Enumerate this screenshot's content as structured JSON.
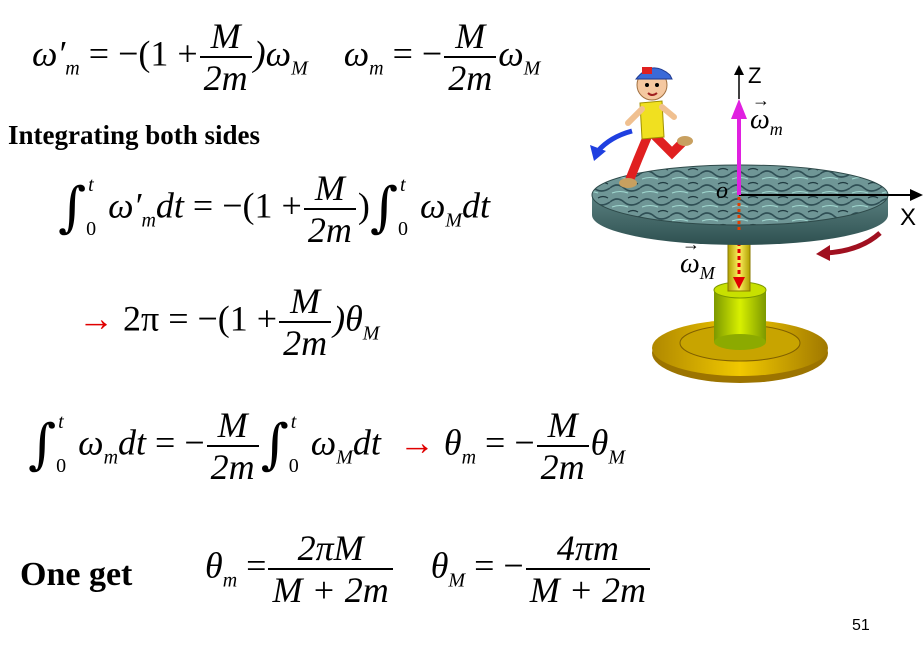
{
  "eq1": {
    "lhs_a": "ω′",
    "lhs_a_sub": "m",
    "eqsign_a": "=",
    "pre_a": "−(1 +",
    "num_a": "M",
    "den_a": "2m",
    "post_a": ")ω",
    "post_a_sub": "M",
    "lhs_b": "ω",
    "lhs_b_sub": "m",
    "eqsign_b": "= −",
    "num_b": "M",
    "den_b": "2m",
    "post_b": "ω",
    "post_b_sub": "M"
  },
  "heading_integrating": "Integrating both sides",
  "eq2": {
    "int_sym": "∫",
    "lim_top": "t",
    "lim_bot": "0",
    "body_l": "ω′",
    "body_l_sub": "m",
    "body_l_dt": "dt",
    "eqsign": "=",
    "pre": "−(1 +",
    "num": "M",
    "den": "2m",
    "post": ")",
    "body_r": "ω",
    "body_r_sub": "M",
    "body_r_dt": "dt"
  },
  "eq3": {
    "arrow": "→",
    "lhs": "2π",
    "eqsign": "=",
    "pre": "−(1 +",
    "num": "M",
    "den": "2m",
    "post": ")θ",
    "post_sub": "M"
  },
  "eq4": {
    "int_sym": "∫",
    "lim_top": "t",
    "lim_bot": "0",
    "body_l": "ω",
    "body_l_sub": "m",
    "body_l_dt": "dt",
    "eqsign": "= −",
    "num": "M",
    "den": "2m",
    "body_r": "ω",
    "body_r_sub": "M",
    "body_r_dt": "dt",
    "arrow": "→",
    "res_lhs": "θ",
    "res_lhs_sub": "m",
    "res_eq": "= −",
    "res_num": "M",
    "res_den": "2m",
    "res_post": "θ",
    "res_post_sub": "M"
  },
  "final": {
    "label": "One get",
    "a_lhs": "θ",
    "a_lhs_sub": "m",
    "a_eq": "=",
    "a_num": "2πM",
    "a_den": "M + 2m",
    "b_lhs": "θ",
    "b_lhs_sub": "M",
    "b_eq": "= −",
    "b_num": "4πm",
    "b_den": "M + 2m"
  },
  "figure": {
    "z_label": "Z",
    "x_label": "X",
    "origin_label": "o",
    "omega_m_label": "ω",
    "omega_m_sub": "m",
    "omega_M_label": "ω",
    "omega_M_sub": "M",
    "vec_arrow": "→",
    "colors": {
      "z_axis": "#e020e0",
      "blue_arrow": "#1f3fe0",
      "dark_red_arrow": "#a01020",
      "spindle": "#e8d000",
      "base": "#c8a000",
      "cylinder": "#a8c800",
      "disk": "#4a7070"
    },
    "icons": [
      "running-boy-icon"
    ]
  },
  "page_number": "51"
}
